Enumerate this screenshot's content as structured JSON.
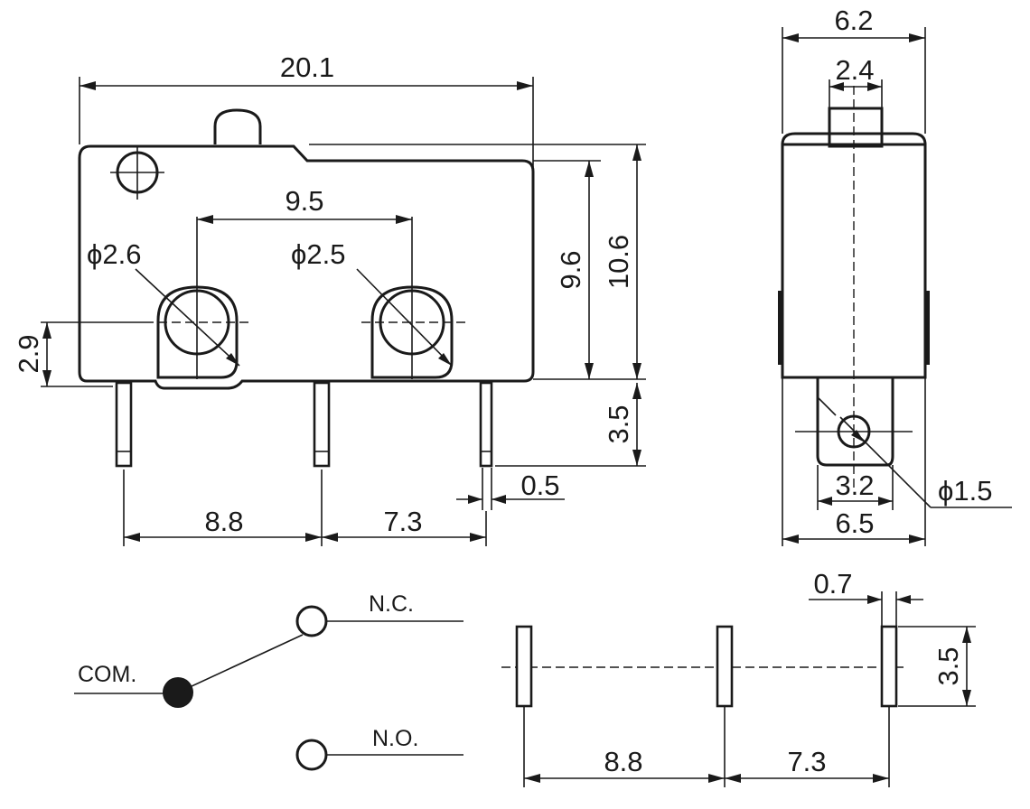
{
  "dimensions": {
    "body_length": "20.1",
    "hole_pitch": "9.5",
    "hole1_diameter": "ϕ2.6",
    "hole2_diameter": "ϕ2.5",
    "body_height": "9.6",
    "total_height": "10.6",
    "hole_offset": "2.9",
    "pin_length": "3.5",
    "pin_thickness": "0.5",
    "pin_pitch_left": "8.8",
    "pin_pitch_right": "7.3",
    "side_width": "6.2",
    "actuator_width": "2.4",
    "pin_hole_diameter": "ϕ1.5",
    "pin_inner_width": "3.2",
    "pin_outer_width": "6.5",
    "footprint_pin_width": "0.7",
    "footprint_pin_length": "3.5",
    "footprint_pitch_left": "8.8",
    "footprint_pitch_right": "7.3"
  },
  "schematic": {
    "com_label": "COM.",
    "nc_label": "N.C.",
    "no_label": "N.O."
  }
}
